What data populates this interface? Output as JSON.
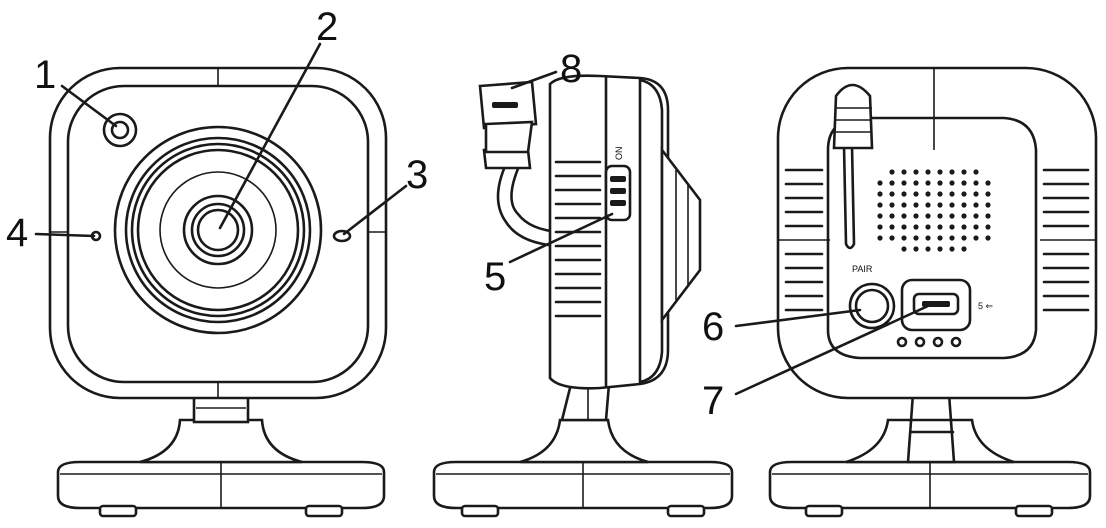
{
  "callouts": [
    {
      "id": "1",
      "label": "1"
    },
    {
      "id": "2",
      "label": "2"
    },
    {
      "id": "3",
      "label": "3"
    },
    {
      "id": "4",
      "label": "4"
    },
    {
      "id": "5",
      "label": "5"
    },
    {
      "id": "6",
      "label": "6"
    },
    {
      "id": "7",
      "label": "7"
    },
    {
      "id": "8",
      "label": "8"
    }
  ],
  "side_view": {
    "switch_label": "ON"
  },
  "back_view": {
    "pair_label": "PAIR",
    "power_symbol": "5 ⇐"
  }
}
